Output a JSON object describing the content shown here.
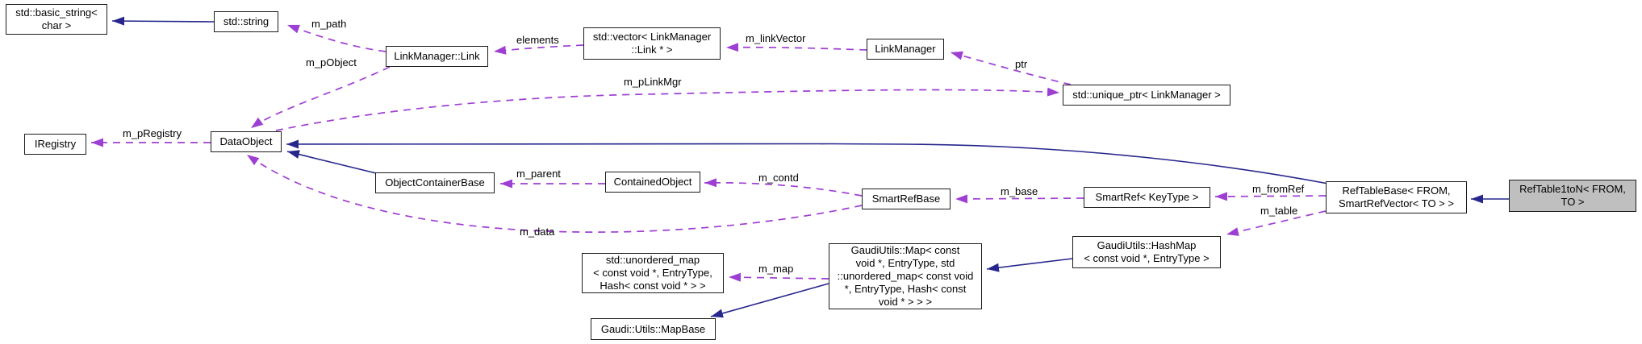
{
  "nodes": {
    "basic_string": {
      "lines": [
        "std::basic_string<",
        "char >"
      ]
    },
    "std_string": {
      "lines": [
        "std::string"
      ]
    },
    "link": {
      "lines": [
        "LinkManager::Link"
      ]
    },
    "vector": {
      "lines": [
        "std::vector< LinkManager",
        "::Link * >"
      ]
    },
    "linkmanager": {
      "lines": [
        "LinkManager"
      ]
    },
    "unique_ptr": {
      "lines": [
        "std::unique_ptr< LinkManager >"
      ]
    },
    "iregistry": {
      "lines": [
        "IRegistry"
      ]
    },
    "dataobject": {
      "lines": [
        "DataObject"
      ]
    },
    "objectcontainerbase": {
      "lines": [
        "ObjectContainerBase"
      ]
    },
    "containedobject": {
      "lines": [
        "ContainedObject"
      ]
    },
    "smartrefbase": {
      "lines": [
        "SmartRefBase"
      ]
    },
    "smartref": {
      "lines": [
        "SmartRef< KeyType >"
      ]
    },
    "reftablebase": {
      "lines": [
        "RefTableBase< FROM,",
        "SmartRefVector< TO > >"
      ]
    },
    "reftable1ton": {
      "lines": [
        "RefTable1toN< FROM,",
        "TO >"
      ]
    },
    "hashmap": {
      "lines": [
        "GaudiUtils::HashMap",
        "< const void *, EntryType >"
      ]
    },
    "gaudimap": {
      "lines": [
        "GaudiUtils::Map< const",
        "void *, EntryType, std",
        "::unordered_map< const void",
        "*, EntryType, Hash< const",
        "void * > > >"
      ]
    },
    "unordered_map": {
      "lines": [
        "std::unordered_map",
        "< const void *, EntryType,",
        "Hash< const void * > >"
      ]
    },
    "mapbase": {
      "lines": [
        "Gaudi::Utils::MapBase"
      ]
    }
  },
  "edge_labels": {
    "m_path": "m_path",
    "m_pObject": "m_pObject",
    "elements": "elements",
    "m_linkVector": "m_linkVector",
    "ptr": "ptr",
    "m_pLinkMgr": "m_pLinkMgr",
    "m_pRegistry": "m_pRegistry",
    "m_parent": "m_parent",
    "m_contd": "m_contd",
    "m_base": "m_base",
    "m_fromRef": "m_fromRef",
    "m_table": "m_table",
    "m_data": "m_data",
    "m_map": "m_map"
  },
  "colors": {
    "inheritance_edge": "#26268c",
    "usage_edge": "#9e3fd3",
    "node_border": "#1c1c1c",
    "node_fill": "#ffffff",
    "current_node_fill": "#bfbfbf",
    "text": "#000000"
  }
}
